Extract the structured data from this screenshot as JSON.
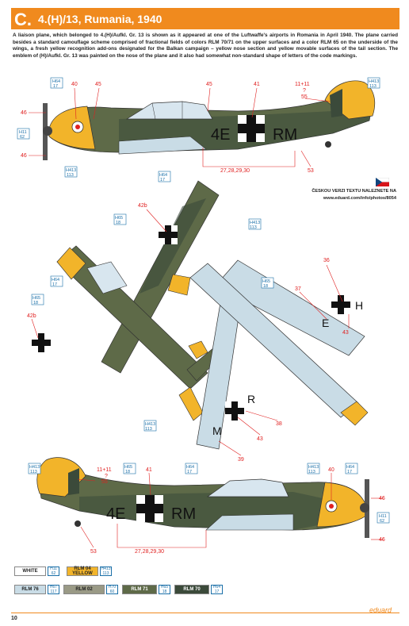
{
  "header": {
    "letter": "C.",
    "title": "4.(H)/13, Rumania, 1940"
  },
  "intro_text": "A liaison plane, which belonged to 4.(H)/Aufkl. Gr. 13 is shown as it appeared at one of the Luftwaffe's airports in Romania in April 1940. The plane carried besides a standard camouflage scheme comprised of fractional fields of colors RLM 70/71 on the upper surfaces and a color RLM 65 on the underside of the wings, a fresh yellow recognition add-ons designated for the Balkan campaign – yellow nose section and yellow movable surfaces of the tail section. The emblem of (H)/Aufkl. Gr. 13 was painted on the nose of the plane and it also had somewhat non-standard shape of letters of the code markings.",
  "czech_note": {
    "line1": "ČESKOU VERZI TEXTU NALEZNETE NA",
    "line2": "www.eduard.com/info/photos/8054"
  },
  "markings": {
    "code_left": "4E",
    "code_right": "RM",
    "fin_question": "?",
    "top_underside_letters": [
      "H",
      "E",
      "R",
      "M"
    ]
  },
  "callouts": {
    "side_top": [
      "40",
      "45",
      "45",
      "41",
      "11+11",
      "55",
      "46",
      "46",
      "27,28,29,30",
      "53"
    ],
    "plan": [
      "42b",
      "42b",
      "36",
      "37",
      "43",
      "38",
      "43",
      "39"
    ],
    "side_bottom": [
      "11+11",
      "55",
      "41",
      "40",
      "46",
      "46",
      "27,28,29,30",
      "53"
    ]
  },
  "code_boxes": {
    "side_top": [
      {
        "h": "H64",
        "n": "17"
      },
      {
        "h": "H413",
        "n": "113"
      },
      {
        "h": "H11",
        "n": "62"
      },
      {
        "h": "H413",
        "n": "113"
      }
    ],
    "plan": [
      {
        "h": "H64",
        "n": "17"
      },
      {
        "h": "H65",
        "n": "18"
      },
      {
        "h": "H413",
        "n": "113"
      },
      {
        "h": "H64",
        "n": "17"
      },
      {
        "h": "H65",
        "n": "18"
      },
      {
        "h": "H413",
        "n": "113"
      },
      {
        "h": "H65",
        "n": "18"
      }
    ],
    "side_bottom": [
      {
        "h": "H413",
        "n": "113"
      },
      {
        "h": "H65",
        "n": "18"
      },
      {
        "h": "H64",
        "n": "17"
      },
      {
        "h": "H413",
        "n": "113"
      },
      {
        "h": "H64",
        "n": "17"
      },
      {
        "h": "H11",
        "n": "62"
      }
    ]
  },
  "legend": [
    {
      "label": "WHITE",
      "h": "H11",
      "n": "62",
      "color": "#ffffff",
      "text_color": "#222222"
    },
    {
      "label": "RLM 04 YELLOW",
      "h": "H413",
      "n": "113",
      "color": "#f2b42a",
      "text_color": "#222222"
    },
    {
      "label": "RLM 76",
      "h": "H67",
      "n": "117",
      "color": "#c9dce6",
      "text_color": "#222222"
    },
    {
      "label": "RLM 02",
      "h": "H70",
      "n": "60",
      "color": "#9a9a86",
      "text_color": "#222222"
    },
    {
      "label": "RLM 71",
      "h": "H65",
      "n": "18",
      "color": "#5e6a48",
      "text_color": "#ffffff"
    },
    {
      "label": "RLM 70",
      "h": "H64",
      "n": "17",
      "color": "#3b4a3a",
      "text_color": "#ffffff"
    }
  ],
  "colors": {
    "orange": "#f08a1e",
    "yellow": "#f2b42a",
    "rlm70": "#3b4a3a",
    "rlm71": "#5e6a48",
    "rlm65": "#c9dce6",
    "red": "#e02020",
    "blue": "#1a6fa8"
  },
  "footer": {
    "page": "10",
    "brand": "eduard"
  }
}
